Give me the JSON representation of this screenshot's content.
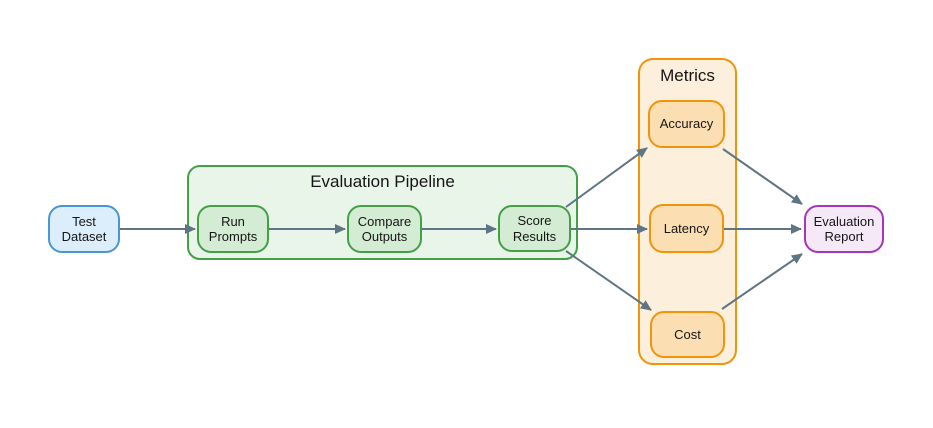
{
  "diagram": {
    "nodes": [
      {
        "id": "test-dataset",
        "label": "Test Dataset",
        "color": "blue"
      },
      {
        "id": "run-prompts",
        "label": "Run Prompts",
        "color": "green"
      },
      {
        "id": "compare-outputs",
        "label": "Compare Outputs",
        "color": "green"
      },
      {
        "id": "score-results",
        "label": "Score Results",
        "color": "green"
      },
      {
        "id": "accuracy",
        "label": "Accuracy",
        "color": "orange"
      },
      {
        "id": "latency",
        "label": "Latency",
        "color": "orange"
      },
      {
        "id": "cost",
        "label": "Cost",
        "color": "orange"
      },
      {
        "id": "evaluation-report",
        "label": "Evaluation Report",
        "color": "purple"
      }
    ],
    "containers": [
      {
        "id": "evaluation-pipeline",
        "label": "Evaluation Pipeline",
        "color": "green",
        "children": [
          "run-prompts",
          "compare-outputs",
          "score-results"
        ]
      },
      {
        "id": "metrics",
        "label": "Metrics",
        "color": "orange",
        "children": [
          "accuracy",
          "latency",
          "cost"
        ]
      }
    ],
    "edges": [
      {
        "from": "test-dataset",
        "to": "run-prompts"
      },
      {
        "from": "run-prompts",
        "to": "compare-outputs"
      },
      {
        "from": "compare-outputs",
        "to": "score-results"
      },
      {
        "from": "score-results",
        "to": "accuracy"
      },
      {
        "from": "score-results",
        "to": "latency"
      },
      {
        "from": "score-results",
        "to": "cost"
      },
      {
        "from": "accuracy",
        "to": "evaluation-report"
      },
      {
        "from": "latency",
        "to": "evaluation-report"
      },
      {
        "from": "cost",
        "to": "evaluation-report"
      }
    ],
    "colors": {
      "blue_fill": "#dceefb",
      "blue_stroke": "#4a96d2",
      "green_node_fill": "#d4ecd4",
      "green_container_fill": "#e9f5e9",
      "green_stroke": "#43a047",
      "orange_node_fill": "#fbdfb2",
      "orange_container_fill": "#fcefdb",
      "orange_stroke": "#f2940a",
      "purple_fill": "#f5e9f8",
      "purple_stroke": "#a436ba",
      "edge_stroke": "#5e7585",
      "text": "#151515",
      "background": "#ffffff"
    }
  }
}
